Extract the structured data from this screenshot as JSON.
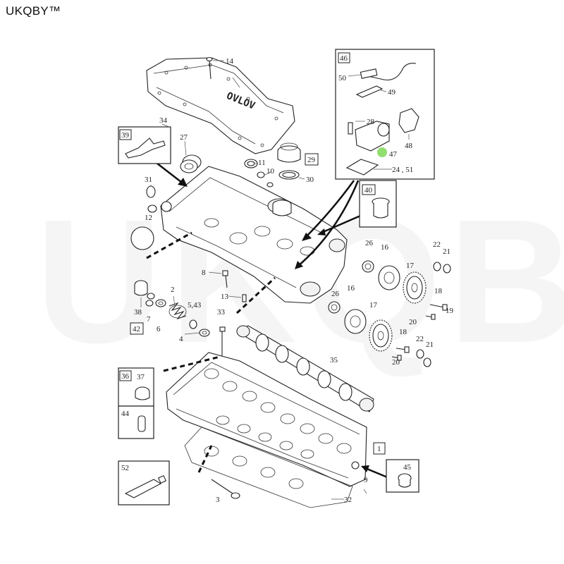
{
  "header": {
    "brand": "UKQBY™"
  },
  "watermark": "UKQBY™",
  "diagram": {
    "logo_text": "OVLOV",
    "highlight_color": "#7ed957",
    "callouts": [
      {
        "id": "14",
        "label": "14"
      },
      {
        "id": "34",
        "label": "34"
      },
      {
        "id": "27",
        "label": "27"
      },
      {
        "id": "11",
        "label": "11"
      },
      {
        "id": "10",
        "label": "10"
      },
      {
        "id": "30",
        "label": "30"
      },
      {
        "id": "31",
        "label": "31"
      },
      {
        "id": "12",
        "label": "12"
      },
      {
        "id": "8",
        "label": "8"
      },
      {
        "id": "13",
        "label": "13"
      },
      {
        "id": "2",
        "label": "2"
      },
      {
        "id": "5-43",
        "label": "5,43"
      },
      {
        "id": "38",
        "label": "38"
      },
      {
        "id": "7",
        "label": "7"
      },
      {
        "id": "6",
        "label": "6"
      },
      {
        "id": "4",
        "label": "4"
      },
      {
        "id": "33",
        "label": "33"
      },
      {
        "id": "35",
        "label": "35"
      },
      {
        "id": "26a",
        "label": "26"
      },
      {
        "id": "16a",
        "label": "16"
      },
      {
        "id": "17a",
        "label": "17"
      },
      {
        "id": "22a",
        "label": "22"
      },
      {
        "id": "21a",
        "label": "21"
      },
      {
        "id": "18a",
        "label": "18"
      },
      {
        "id": "19",
        "label": "19"
      },
      {
        "id": "26b",
        "label": "26"
      },
      {
        "id": "16b",
        "label": "16"
      },
      {
        "id": "17b",
        "label": "17"
      },
      {
        "id": "20a",
        "label": "20"
      },
      {
        "id": "18b",
        "label": "18"
      },
      {
        "id": "22b",
        "label": "22"
      },
      {
        "id": "21b",
        "label": "21"
      },
      {
        "id": "20b",
        "label": "20"
      },
      {
        "id": "9",
        "label": "9"
      },
      {
        "id": "32",
        "label": "32"
      },
      {
        "id": "3",
        "label": "3"
      },
      {
        "id": "50",
        "label": "50"
      },
      {
        "id": "49",
        "label": "49"
      },
      {
        "id": "28",
        "label": "28"
      },
      {
        "id": "47",
        "label": "47"
      },
      {
        "id": "48",
        "label": "48"
      },
      {
        "id": "24-51",
        "label": "24 , 51"
      },
      {
        "id": "37",
        "label": "37"
      },
      {
        "id": "44",
        "label": "44"
      },
      {
        "id": "52",
        "label": "52"
      },
      {
        "id": "45",
        "label": "45"
      }
    ],
    "boxed_labels": {
      "b46": "46",
      "b39": "39",
      "b29": "29",
      "b40": "40",
      "b42": "42",
      "b36": "36",
      "b1": "1"
    }
  }
}
